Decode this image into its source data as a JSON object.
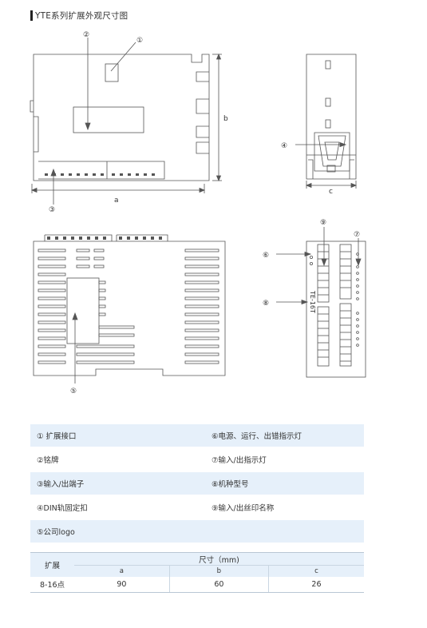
{
  "title": "YTE系列扩展外观尺寸图",
  "callouts": {
    "c1": "①",
    "c2": "②",
    "c3": "③",
    "c4": "④",
    "c5": "⑤",
    "c6": "⑥",
    "c7": "⑦",
    "c8": "⑧",
    "c9": "⑨"
  },
  "dimension_letters": {
    "a": "a",
    "b": "b",
    "c": "c"
  },
  "model_text": "TE-16T",
  "legend": [
    {
      "left": "① 扩展接口",
      "right": "⑥电源、运行、出错指示灯"
    },
    {
      "left": "②铭牌",
      "right": "⑦输入/出指示灯"
    },
    {
      "left": "③输入/出端子",
      "right": "⑧机种型号"
    },
    {
      "left": "④DIN轨固定扣",
      "right": "⑨输入/出丝印名称"
    },
    {
      "left": "⑤公司logo",
      "right": ""
    }
  ],
  "dims_table": {
    "row_header": "扩展",
    "group_header": "尺寸（mm)",
    "columns": [
      "a",
      "b",
      "c"
    ],
    "rows": [
      {
        "label": "8-16点",
        "values": [
          "90",
          "60",
          "26"
        ]
      }
    ]
  }
}
